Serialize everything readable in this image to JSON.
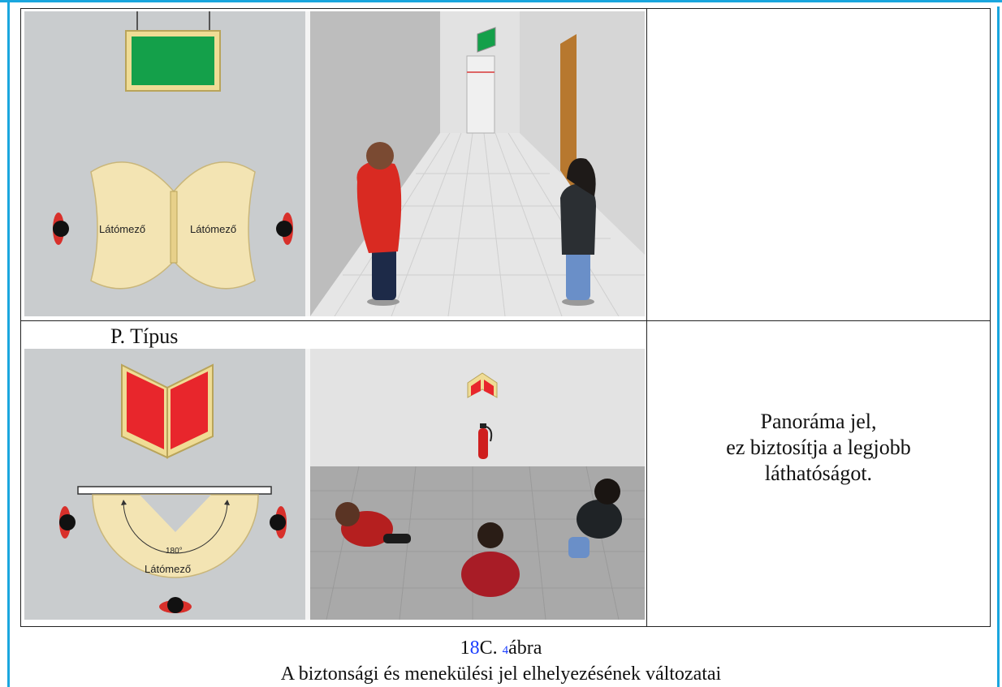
{
  "figure": {
    "row1": {
      "plan_labels": {
        "left": "Látómező",
        "right": "Látómező"
      },
      "description": ""
    },
    "row2": {
      "type_label": "P. Típus",
      "plan_labels": {
        "angle": "180°",
        "field": "Látómező"
      },
      "description_lines": [
        "Panoráma jel,",
        "ez biztosítja a legjobb",
        "láthatóságot."
      ]
    }
  },
  "caption": {
    "number_a": "1",
    "number_b": "8",
    "number_c": "C. ",
    "number_d": "4",
    "number_e": "ábra",
    "title": "A biztonsági és menekülési jel elhelyezésének változatai"
  },
  "colors": {
    "frame": "#1aa6de",
    "sign_green": "#14a04a",
    "sign_red": "#e8262c",
    "fov": "#f3e4b3"
  }
}
